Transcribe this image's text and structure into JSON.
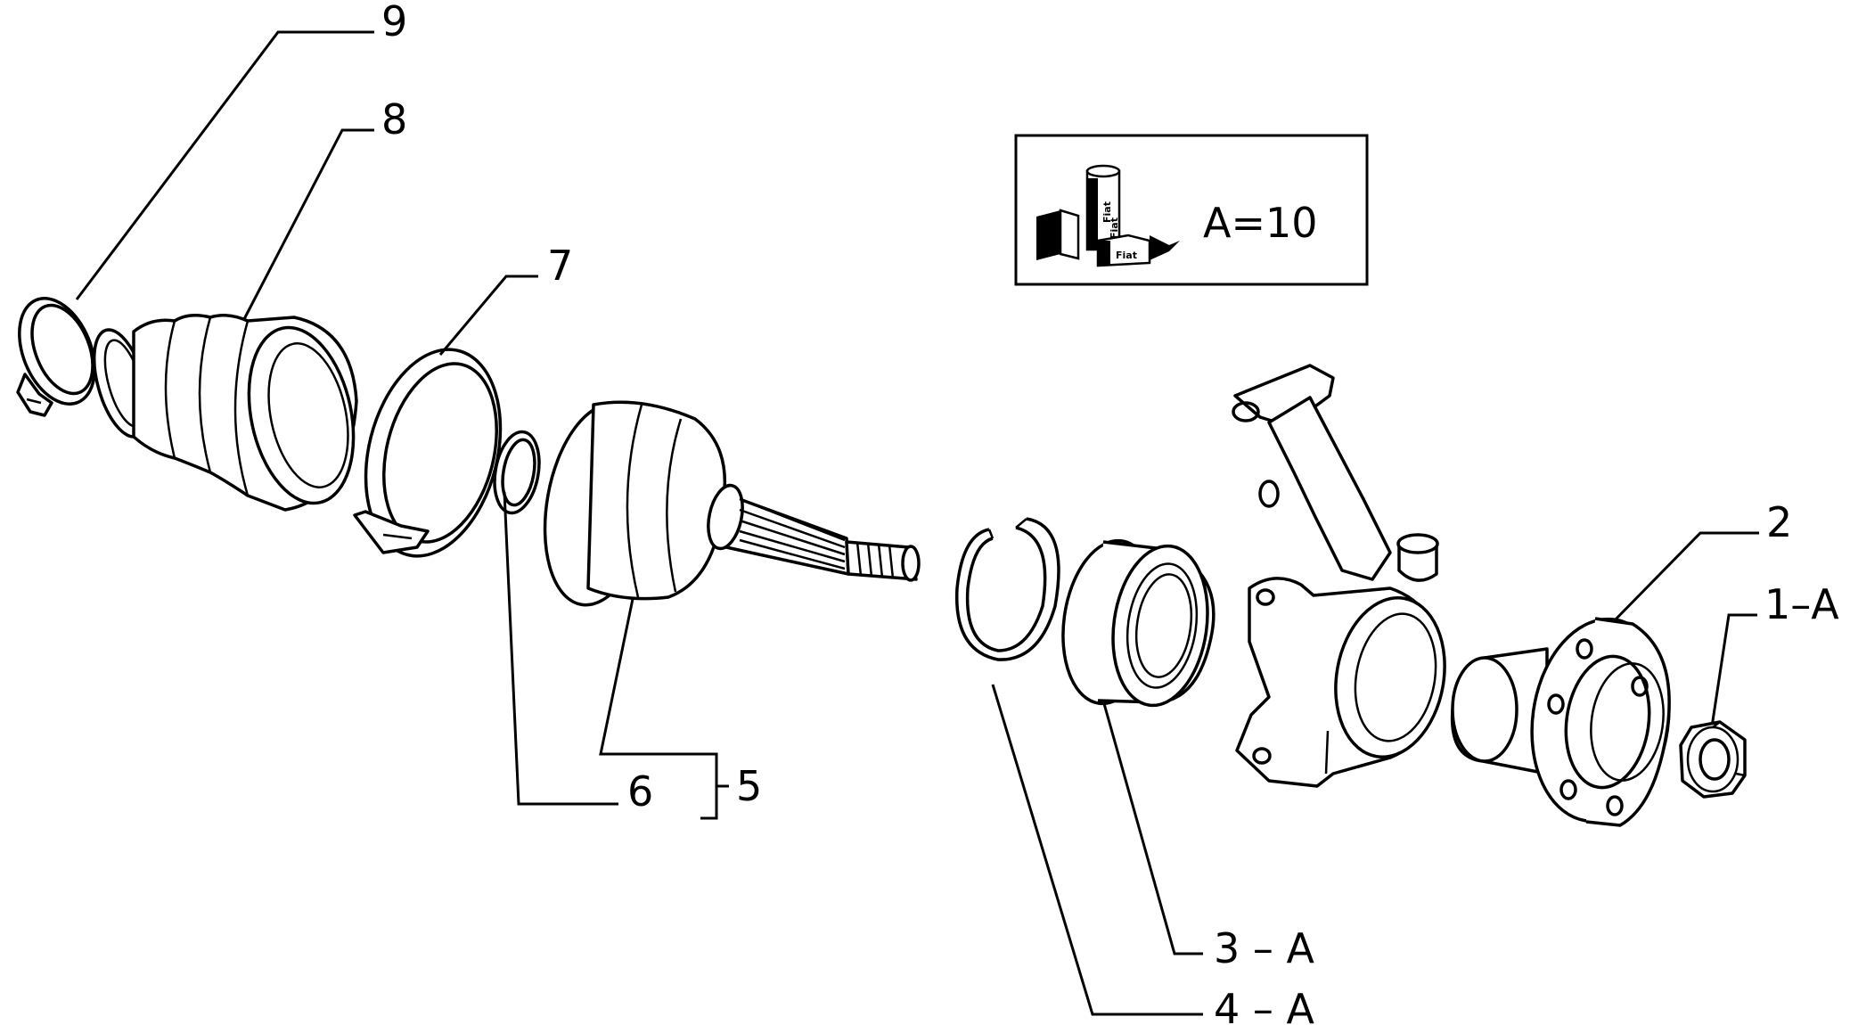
{
  "callouts": {
    "c9": "9",
    "c8": "8",
    "c7": "7",
    "c6": "6",
    "c5": "5",
    "c2": "2",
    "c1a": "1–A",
    "c3a": "3 – A",
    "c4a": "4 – A"
  },
  "legend": {
    "text": "A=10",
    "brand_labels": [
      "Fiat",
      "Fiat",
      "Fiat",
      "Fiat"
    ],
    "icon": "lubricant-tubes-icon"
  }
}
